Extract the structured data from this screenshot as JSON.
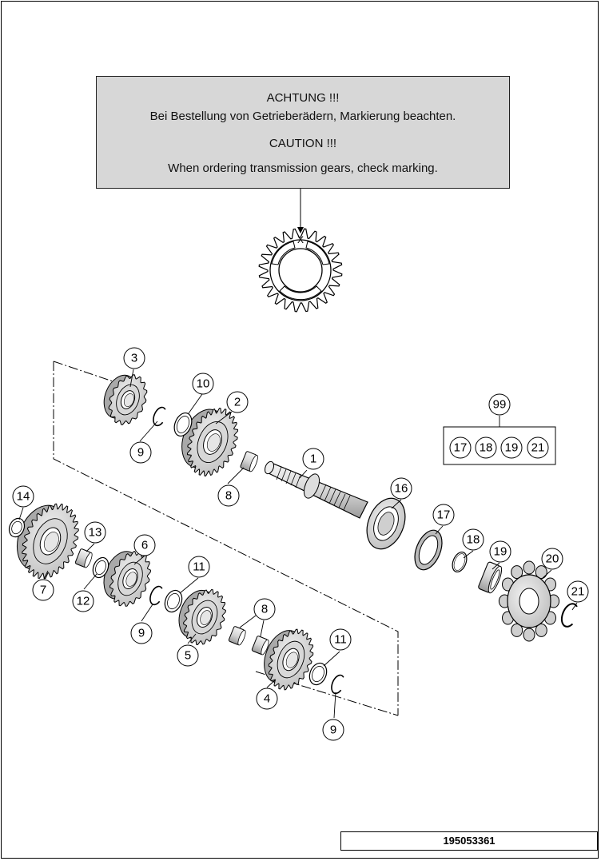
{
  "notice": {
    "line1": "ACHTUNG !!!",
    "line2": "Bei Bestellung von Getrieberädern, Markierung beachten.",
    "line3": "CAUTION !!!",
    "line4": "When ordering transmission gears, check marking."
  },
  "gear_mark": "X",
  "callouts": {
    "c1": "1",
    "c2": "2",
    "c3": "3",
    "c4": "4",
    "c5": "5",
    "c6": "6",
    "c7": "7",
    "c8a": "8",
    "c8b": "8",
    "c9a": "9",
    "c9b": "9",
    "c9c": "9",
    "c10": "10",
    "c11a": "11",
    "c11b": "11",
    "c12": "12",
    "c13": "13",
    "c14": "14",
    "c16": "16",
    "c17": "17",
    "c18": "18",
    "c19": "19",
    "c20": "20",
    "c21": "21",
    "c99": "99"
  },
  "kit": {
    "k17": "17",
    "k18": "18",
    "k19": "19",
    "k21": "21"
  },
  "part_number": "195053361",
  "colors": {
    "part_fill": "#e2e2e2",
    "part_shade": "#b9b9b9",
    "line": "#000000",
    "notice_bg": "#d7d7d7"
  }
}
